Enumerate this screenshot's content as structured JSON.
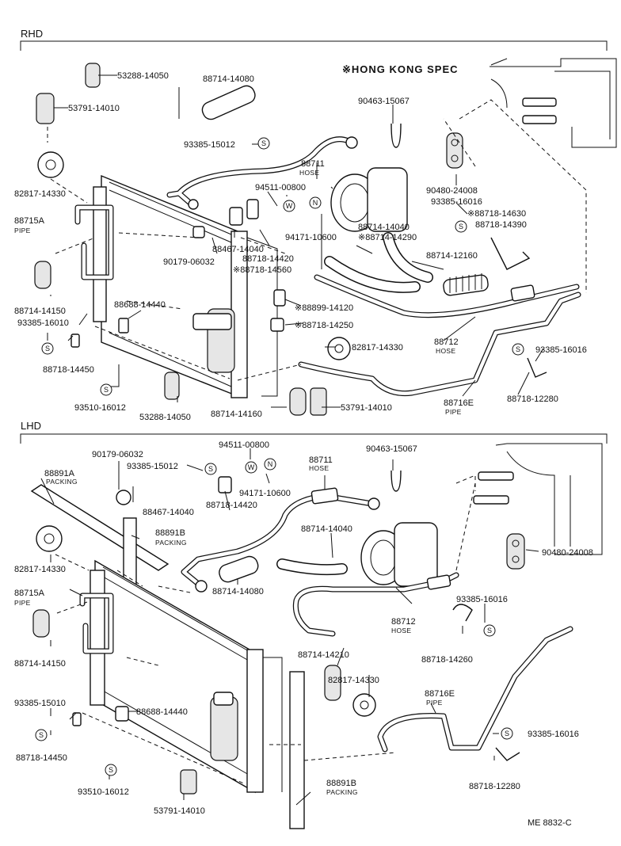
{
  "sections": {
    "rhd": "RHD",
    "lhd": "LHD"
  },
  "spec_note": "※HONG  KONG  SPEC",
  "ref_code": "ME  8832-C",
  "symbols": {
    "s": "S",
    "w": "W",
    "n": "N"
  },
  "rhd_labels": [
    "53288-14050",
    "53791-14010",
    "88714-14080",
    "93385-15012",
    "88711",
    "HOSE",
    "90463-15067",
    "82817-14330",
    "94511-00800",
    "90480-24008",
    "93385-16016",
    "※88718-14630",
    "88718-14390",
    "88715A",
    "PIPE",
    "88467-14040",
    "94171-10600",
    "88714-14040",
    "※88714-14290",
    "90179-06032",
    "88718-14420",
    "88714-12160",
    "※88718-14560",
    "88714-14150",
    "88688-14440",
    "※88899-14120",
    "93385-16010",
    "※88718-14250",
    "88712",
    "HOSE",
    "82817-14330",
    "93385-16016",
    "88718-14450",
    "88718-12280",
    "93510-16012",
    "53288-14050",
    "88714-14160",
    "53791-14010",
    "88716E",
    "PIPE"
  ],
  "lhd_labels": [
    "94511-00800",
    "90179-06032",
    "88711",
    "HOSE",
    "90463-15067",
    "88891A",
    "PACKING",
    "93385-15012",
    "88467-14040",
    "94171-10600",
    "88718-14420",
    "88891B",
    "PACKING",
    "82817-14330",
    "88714-14040",
    "90480-24008",
    "88715A",
    "PIPE",
    "88714-14080",
    "93385-16016",
    "88712",
    "HOSE",
    "88714-14150",
    "88718-14260",
    "88714-14210",
    "82817-14330",
    "88716E",
    "PIPE",
    "93385-15010",
    "88688-14440",
    "93385-16016",
    "88718-14450",
    "88718-12280",
    "93510-16012",
    "88891B",
    "PACKING",
    "53791-14010"
  ]
}
